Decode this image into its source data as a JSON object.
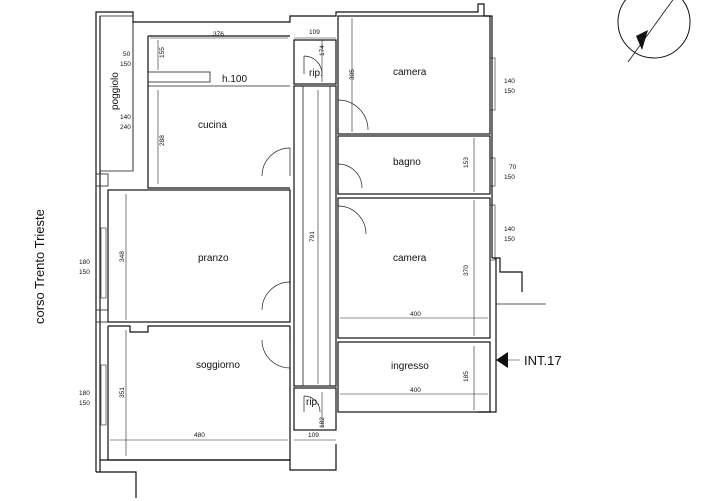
{
  "street": "corso Trento Trieste",
  "entrance": "INT.17",
  "rooms": {
    "cucina": "cucina",
    "pranzo": "pranzo",
    "soggiorno": "soggiorno",
    "camera_top": "camera",
    "bagno": "bagno",
    "camera_mid": "camera",
    "ingresso": "ingresso",
    "rip_top": "rip.",
    "rip_bottom": "rip.",
    "poggiolo": "poggiolo",
    "h100": "h.100"
  },
  "dims": {
    "d376": "376",
    "d109_top": "109",
    "d174": "174",
    "d50": "50",
    "d150_a": "150",
    "d155": "155",
    "d305": "305",
    "d140_a": "140",
    "d150_b": "150",
    "d140_b": "140",
    "d240": "240",
    "d288": "288",
    "d153": "153",
    "d70": "70",
    "d150_c": "150",
    "d140_c": "140",
    "d150_d": "150",
    "d791": "791",
    "d180_a": "180",
    "d150_e": "150",
    "d348": "348",
    "d370": "370",
    "d400_a": "400",
    "d185": "185",
    "d400_b": "400",
    "d180_b": "180",
    "d150_f": "150",
    "d351": "351",
    "d182": "182",
    "d480": "480",
    "d109_bot": "109"
  }
}
